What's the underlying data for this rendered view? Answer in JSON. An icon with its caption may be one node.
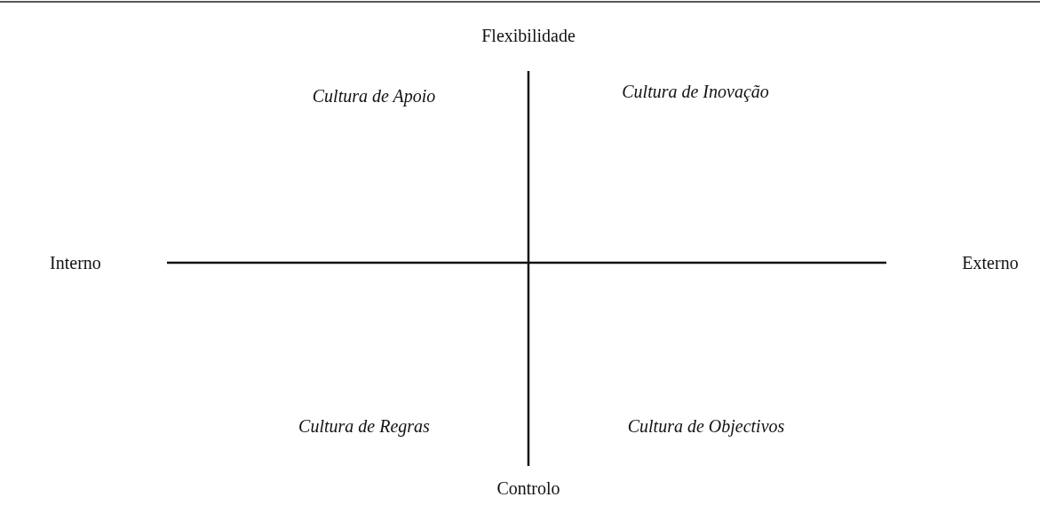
{
  "diagram": {
    "labels": [
      "Flexibilidade",
      "Cultura de Apoio",
      "Cultura de Inovação",
      "Interno",
      "Externo",
      "Cultura de Regras",
      "Cultura de Objectivos",
      "Controlo"
    ]
  }
}
